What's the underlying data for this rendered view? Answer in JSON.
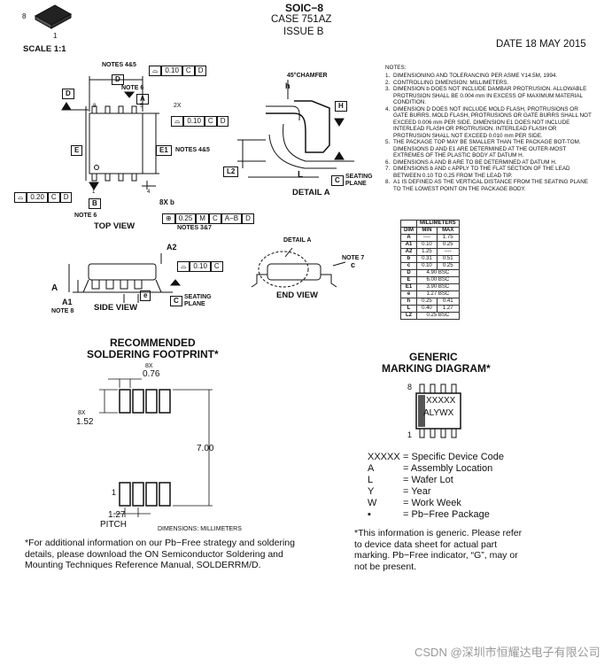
{
  "header": {
    "title": "SOIC−8",
    "case": "CASE 751AZ",
    "issue": "ISSUE B",
    "date": "DATE 18 MAY 2015",
    "scale": "SCALE 1:1",
    "pin8": "8",
    "pin1": "1"
  },
  "top_view": {
    "label": "TOP VIEW",
    "notes45": "NOTES 4&5",
    "notes45b": "NOTES 4&5",
    "note6": "NOTE 6",
    "note6b": "NOTE 6",
    "notes37": "NOTES 3&7",
    "D": "D",
    "E": "E",
    "E1": "E1",
    "A": "A",
    "B": "B",
    "tol_top": [
      "0.10",
      "C",
      "D"
    ],
    "tol_2x_label": "2X",
    "tol_2x": [
      "0.10",
      "C",
      "D"
    ],
    "tol_left": [
      "0.20",
      "C",
      "D"
    ],
    "b_label": "8X  b",
    "tol_b": [
      "0.25",
      "M",
      "C",
      "A−B",
      "D"
    ],
    "pin_8": "8",
    "pin_5": "5",
    "pin_1": "1",
    "pin_4": "4"
  },
  "detail_a": {
    "chamfer": "45°CHAMFER",
    "h": "h",
    "H": "H",
    "L2": "L2",
    "L": "L",
    "C": "C",
    "seating": "SEATING",
    "plane": "PLANE",
    "label": "DETAIL A"
  },
  "side_view": {
    "A2": "A2",
    "A": "A",
    "A1": "A1",
    "note8": "NOTE 8",
    "e": "e",
    "C": "C",
    "seating": "SEATING",
    "plane": "PLANE",
    "tol": [
      "0.10",
      "C"
    ],
    "label": "SIDE VIEW"
  },
  "end_view": {
    "detail": "DETAIL A",
    "note7": "NOTE 7",
    "c": "c",
    "label": "END VIEW"
  },
  "notes_title": "NOTES:",
  "notes": [
    {
      "n": "1.",
      "text": "DIMENSIONING AND TOLERANCING PER ASME Y14.5M, 1994."
    },
    {
      "n": "2.",
      "text": "CONTROLLING DIMENSION: MILLIMETERS."
    },
    {
      "n": "3.",
      "text": "DIMENSION b DOES NOT INCLUDE DAMBAR PROTRUSION. ALLOWABLE PROTRUSION SHALL BE 0.004 mm IN EXCESS OF MAXIMUM MATERIAL CONDITION."
    },
    {
      "n": "4.",
      "text": "DIMENSION D DOES NOT INCLUDE MOLD FLASH, PROTRUSIONS OR GATE BURRS. MOLD FLASH, PROTRUSIONS OR GATE BURRS SHALL NOT EXCEED 0.006 mm PER SIDE. DIMENSION E1 DOES NOT INCLUDE INTERLEAD FLASH OR PROTRUSION. INTERLEAD FLASH OR PROTRUSION SHALL NOT EXCEED 0.010 mm PER SIDE."
    },
    {
      "n": "5.",
      "text": "THE PACKAGE TOP MAY BE SMALLER THAN THE PACKAGE BOT-TOM. DIMENSIONS D AND E1 ARE DETERMINED AT THE OUTER-MOST EXTREMES OF THE PLASTIC BODY AT DATUM H."
    },
    {
      "n": "6.",
      "text": "DIMENSIONS A AND B ARE TO BE DETERMINED AT DATUM H."
    },
    {
      "n": "7.",
      "text": "DIMENSIONS b AND c APPLY TO THE FLAT SECTION OF THE LEAD BETWEEN 0.10 TO 0.25 FROM THE LEAD TIP."
    },
    {
      "n": "8.",
      "text": "A1 IS DEFINED AS THE VERTICAL DISTANCE FROM THE SEATING PLANE TO THE LOWEST POINT ON THE PACKAGE BODY."
    }
  ],
  "dim_table": {
    "title": "MILLIMETERS",
    "headers": [
      "DIM",
      "MIN",
      "MAX"
    ],
    "rows": [
      [
        "A",
        "----",
        "1.75"
      ],
      [
        "A1",
        "0.10",
        "0.25"
      ],
      [
        "A2",
        "1.25",
        "----"
      ],
      [
        "b",
        "0.31",
        "0.51"
      ],
      [
        "c",
        "0.10",
        "0.25"
      ],
      [
        "D",
        "4.90 BSC",
        ""
      ],
      [
        "E",
        "6.00 BSC",
        ""
      ],
      [
        "E1",
        "3.90 BSC",
        ""
      ],
      [
        "e",
        "1.27 BSC",
        ""
      ],
      [
        "h",
        "0.25",
        "0.41"
      ],
      [
        "L",
        "0.40",
        "1.27"
      ],
      [
        "L2",
        "0.25 BSC",
        ""
      ]
    ]
  },
  "footprint": {
    "title1": "RECOMMENDED",
    "title2": "SOLDERING FOOTPRINT*",
    "w_count": "8X",
    "w": "0.76",
    "h_count": "8X",
    "h": "1.52",
    "span": "7.00",
    "pin1": "1",
    "pitch": "1.27",
    "pitch_label": "PITCH",
    "units": "DIMENSIONS: MILLIMETERS",
    "footnote": "*For additional information on our Pb−Free strategy and soldering details, please download the ON Semiconductor Soldering and Mounting Techniques Reference Manual, SOLDERRM/D."
  },
  "marking": {
    "title1": "GENERIC",
    "title2": "MARKING DIAGRAM*",
    "pin8": "8",
    "pin1": "1",
    "line1": "XXXXX",
    "line2": "ALYWX",
    "legend": [
      {
        "k": "XXXXX",
        "v": "= Specific Device Code"
      },
      {
        "k": "A",
        "v": "= Assembly Location"
      },
      {
        "k": "L",
        "v": "= Wafer Lot"
      },
      {
        "k": "Y",
        "v": "= Year"
      },
      {
        "k": "W",
        "v": "= Work Week"
      },
      {
        "k": "▪",
        "v": "= Pb−Free Package"
      }
    ],
    "footnote": "*This information is generic. Please refer to device data sheet for actual part marking. Pb−Free indicator, “G”, may or not be present."
  },
  "watermark": "CSDN @深圳市恒耀达电子有限公司"
}
